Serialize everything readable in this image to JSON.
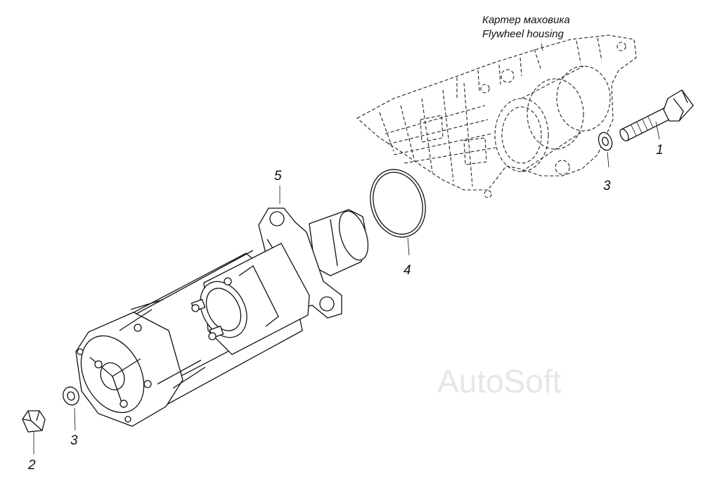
{
  "housing_caption": {
    "ru": "Картер маховика",
    "en": "Flywheel housing"
  },
  "watermark": "AutoSoft",
  "callouts": [
    {
      "id": "bolt",
      "label": "1"
    },
    {
      "id": "nut",
      "label": "2"
    },
    {
      "id": "washer-right",
      "label": "3"
    },
    {
      "id": "washer-left",
      "label": "3"
    },
    {
      "id": "o-ring",
      "label": "4"
    },
    {
      "id": "starter",
      "label": "5"
    }
  ]
}
